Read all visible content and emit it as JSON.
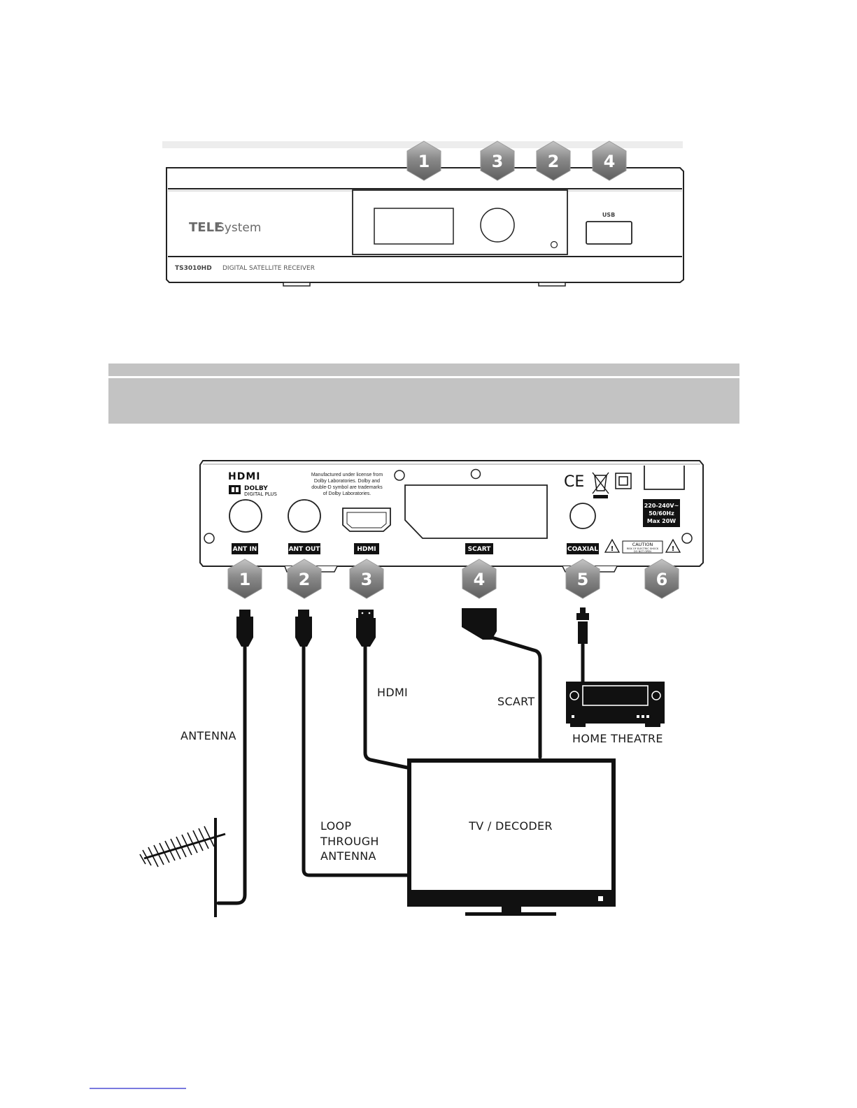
{
  "front_panel": {
    "brand_tele": "TELE",
    "brand_system": "System",
    "model": "TS3010HD",
    "model_desc": "DIGITAL SATELLITE RECEIVER",
    "usb_label": "USB",
    "callouts": [
      "1",
      "3",
      "2",
      "4"
    ]
  },
  "rear_panel": {
    "hdmi_logo": "HDMI",
    "dolby_line1": "DOLBY",
    "dolby_line2": "DIGITAL PLUS",
    "license_text": [
      "Manufactured under license from",
      "Dolby Laboratories. Dolby and",
      "double-D symbol are trademarks",
      "of Dolby Laboratories."
    ],
    "ce_mark": "CE",
    "power_rating": [
      "220-240V~",
      "50/60Hz",
      "Max 20W"
    ],
    "caution_title": "CAUTION",
    "caution_line1": "RISK OF ELECTRIC SHOCK",
    "caution_line2": "DO NOT OPEN",
    "port_labels": [
      "ANT IN",
      "ANT OUT",
      "HDMI",
      "SCART",
      "COAXIAL"
    ],
    "callouts": [
      "1",
      "2",
      "3",
      "4",
      "5",
      "6"
    ]
  },
  "connections": {
    "antenna": "ANTENNA",
    "hdmi": "HDMI",
    "scart": "SCART",
    "home_theatre": "HOME THEATRE",
    "loop_line1": "LOOP",
    "loop_line2": "THROUGH",
    "loop_line3": "ANTENNA",
    "tv": "TV / DECODER"
  },
  "colors": {
    "section_bar": "#c3c3c3",
    "hex_dark": "#6f6f6f",
    "hex_light": "#bdbdbd",
    "link_blue": "#2a2acc"
  }
}
